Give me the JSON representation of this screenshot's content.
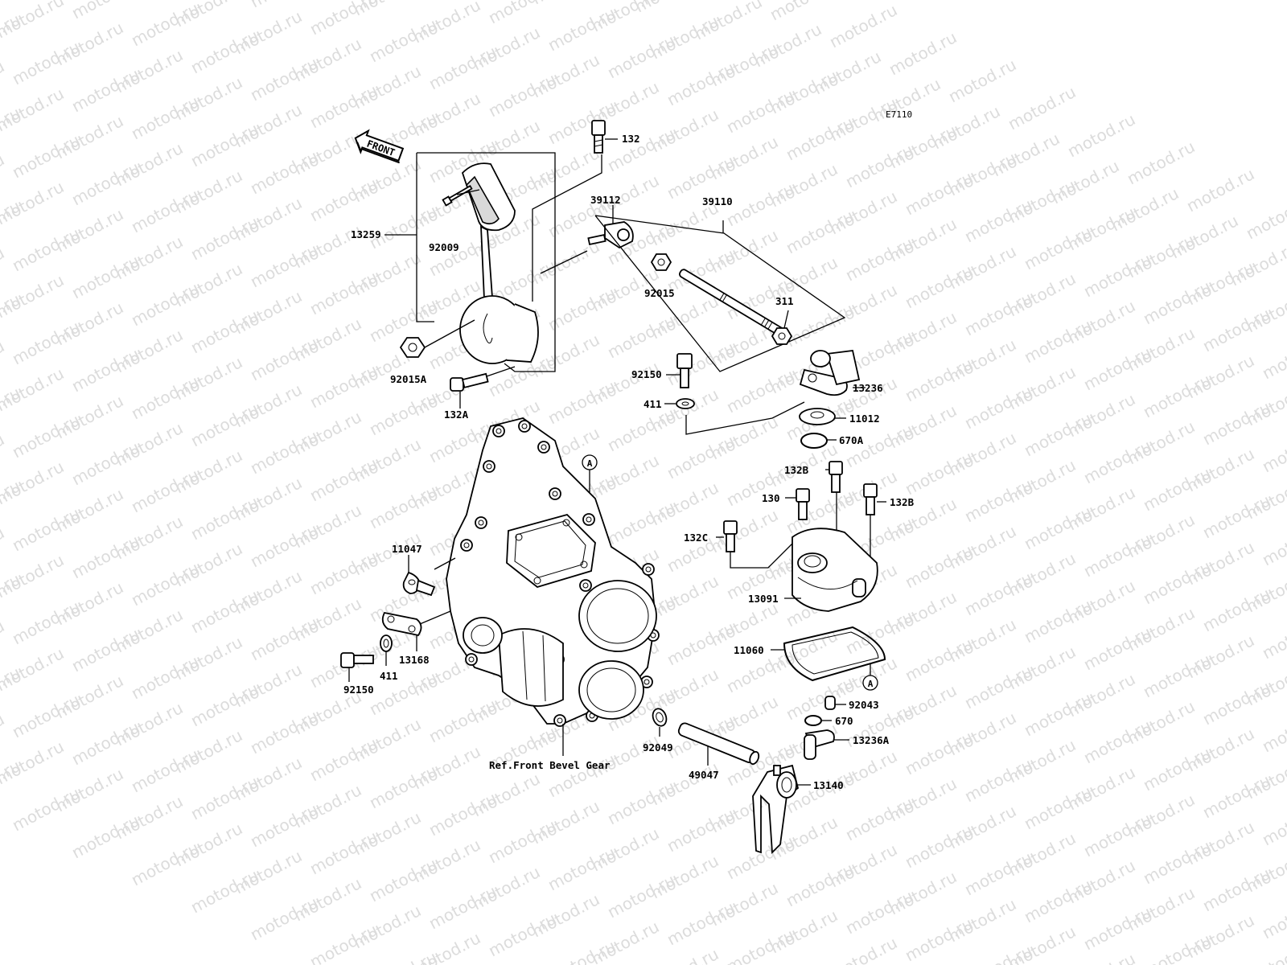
{
  "diagram_code": "E7110",
  "front_marker": "FRONT",
  "watermark": "motod.ru",
  "reference_marker": "A",
  "ref_note": "Ref.Front Bevel Gear",
  "part_labels": [
    {
      "id": "p132",
      "text": "132"
    },
    {
      "id": "p39112",
      "text": "39112"
    },
    {
      "id": "p39110",
      "text": "39110"
    },
    {
      "id": "p13259",
      "text": "13259"
    },
    {
      "id": "p92009",
      "text": "92009"
    },
    {
      "id": "p92015",
      "text": "92015"
    },
    {
      "id": "p311",
      "text": "311"
    },
    {
      "id": "p92015A",
      "text": "92015A"
    },
    {
      "id": "p132A",
      "text": "132A"
    },
    {
      "id": "p92150a",
      "text": "92150"
    },
    {
      "id": "p13236",
      "text": "13236"
    },
    {
      "id": "p411a",
      "text": "411"
    },
    {
      "id": "p11012",
      "text": "11012"
    },
    {
      "id": "p670A",
      "text": "670A"
    },
    {
      "id": "p132Ba",
      "text": "132B"
    },
    {
      "id": "p130",
      "text": "130"
    },
    {
      "id": "p132Bb",
      "text": "132B"
    },
    {
      "id": "p132C",
      "text": "132C"
    },
    {
      "id": "p11047",
      "text": "11047"
    },
    {
      "id": "p13091",
      "text": "13091"
    },
    {
      "id": "p11060",
      "text": "11060"
    },
    {
      "id": "p13168",
      "text": "13168"
    },
    {
      "id": "p411b",
      "text": "411"
    },
    {
      "id": "p92150b",
      "text": "92150"
    },
    {
      "id": "p92043",
      "text": "92043"
    },
    {
      "id": "p670",
      "text": "670"
    },
    {
      "id": "p13236A",
      "text": "13236A"
    },
    {
      "id": "p92049",
      "text": "92049"
    },
    {
      "id": "p49047",
      "text": "49047"
    },
    {
      "id": "p13140",
      "text": "13140"
    }
  ]
}
